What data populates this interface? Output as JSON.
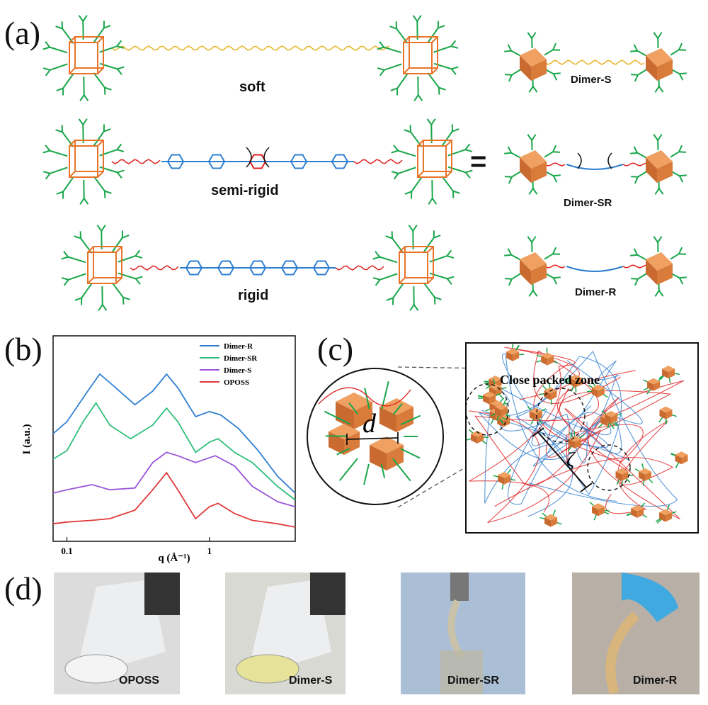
{
  "panel_labels": {
    "a": "(a)",
    "b": "(b)",
    "c": "(c)",
    "d": "(d)"
  },
  "panel_a": {
    "molecules": [
      {
        "label": "soft",
        "dimer": "Dimer-S",
        "linker_color": "#e6b422"
      },
      {
        "label": "semi-rigid",
        "dimer": "Dimer-SR",
        "linker_color": "#e02020"
      },
      {
        "label": "rigid",
        "dimer": "Dimer-R",
        "linker_color": "#2f7fd0"
      }
    ],
    "equals": "=",
    "colors": {
      "cage": "#e8742a",
      "arms": "#1aa64a",
      "rigid_unit": "#2f7fd0",
      "soft_linker": "#e6b422",
      "flex_linker": "#e02020"
    }
  },
  "chart_data": {
    "type": "line",
    "ylabel": "I (a.u.)",
    "xlabel": "q (Å⁻¹)",
    "xscale": "log",
    "xlim": [
      0.08,
      4
    ],
    "xticks": [
      {
        "v": 0.1,
        "label": "0.1"
      },
      {
        "v": 1,
        "label": "1"
      }
    ],
    "legend_position": "top-right",
    "series": [
      {
        "name": "Dimer-R",
        "color": "#2f7fd0",
        "points": [
          [
            0.08,
            0.55
          ],
          [
            0.1,
            0.62
          ],
          [
            0.14,
            0.8
          ],
          [
            0.17,
            0.9
          ],
          [
            0.2,
            0.85
          ],
          [
            0.3,
            0.72
          ],
          [
            0.4,
            0.8
          ],
          [
            0.5,
            0.9
          ],
          [
            0.6,
            0.82
          ],
          [
            0.8,
            0.65
          ],
          [
            1.0,
            0.68
          ],
          [
            1.2,
            0.66
          ],
          [
            1.6,
            0.58
          ],
          [
            2.2,
            0.45
          ],
          [
            3,
            0.3
          ],
          [
            4,
            0.2
          ]
        ]
      },
      {
        "name": "Dimer-SR",
        "color": "#2fbf7a",
        "points": [
          [
            0.08,
            0.4
          ],
          [
            0.1,
            0.45
          ],
          [
            0.13,
            0.62
          ],
          [
            0.16,
            0.73
          ],
          [
            0.2,
            0.6
          ],
          [
            0.28,
            0.52
          ],
          [
            0.4,
            0.6
          ],
          [
            0.5,
            0.7
          ],
          [
            0.6,
            0.62
          ],
          [
            0.8,
            0.44
          ],
          [
            1.0,
            0.5
          ],
          [
            1.15,
            0.52
          ],
          [
            1.5,
            0.44
          ],
          [
            2,
            0.38
          ],
          [
            3,
            0.24
          ],
          [
            4,
            0.16
          ]
        ]
      },
      {
        "name": "Dimer-S",
        "color": "#9a55d8",
        "points": [
          [
            0.08,
            0.2
          ],
          [
            0.1,
            0.22
          ],
          [
            0.15,
            0.25
          ],
          [
            0.2,
            0.22
          ],
          [
            0.3,
            0.23
          ],
          [
            0.4,
            0.38
          ],
          [
            0.5,
            0.44
          ],
          [
            0.6,
            0.42
          ],
          [
            0.8,
            0.38
          ],
          [
            1.1,
            0.42
          ],
          [
            1.5,
            0.36
          ],
          [
            2,
            0.24
          ],
          [
            3,
            0.15
          ],
          [
            4,
            0.12
          ]
        ]
      },
      {
        "name": "OPOSS",
        "color": "#e03a3a",
        "points": [
          [
            0.08,
            0.02
          ],
          [
            0.1,
            0.03
          ],
          [
            0.15,
            0.04
          ],
          [
            0.2,
            0.05
          ],
          [
            0.3,
            0.1
          ],
          [
            0.4,
            0.22
          ],
          [
            0.5,
            0.32
          ],
          [
            0.6,
            0.22
          ],
          [
            0.8,
            0.05
          ],
          [
            1.0,
            0.12
          ],
          [
            1.15,
            0.14
          ],
          [
            1.5,
            0.08
          ],
          [
            2,
            0.04
          ],
          [
            3,
            0.02
          ],
          [
            4,
            0.0
          ]
        ]
      }
    ]
  },
  "panel_c": {
    "zone_label": "Close packed zone",
    "d_symbol": "d",
    "zeta_symbol": "ζ"
  },
  "panel_d": {
    "photos": [
      {
        "label": "OPOSS",
        "bg": "#dcdcdc",
        "fill": "#f4f4f4"
      },
      {
        "label": "Dimer-S",
        "bg": "#d9d9d4",
        "fill": "#e6e29a"
      },
      {
        "label": "Dimer-SR",
        "bg": "#aabfd6",
        "fill": "#c9c2a8"
      },
      {
        "label": "Dimer-R",
        "bg": "#b8b0a6",
        "fill": "#d7b57c"
      }
    ]
  }
}
